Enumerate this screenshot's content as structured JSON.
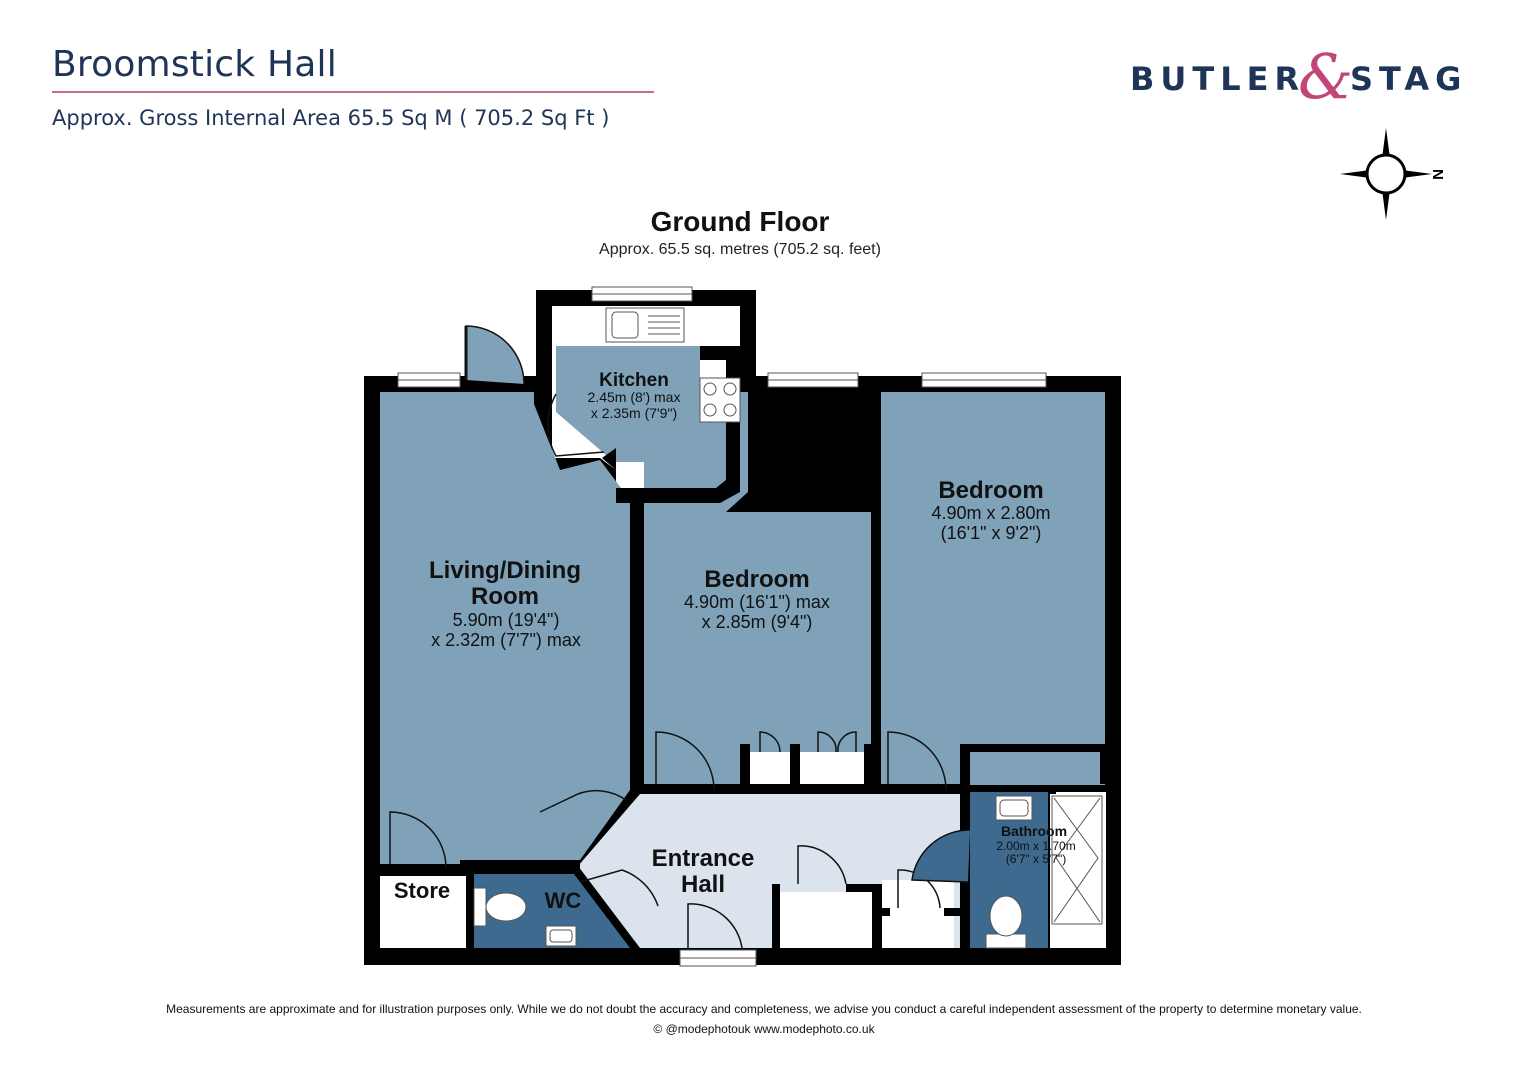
{
  "header": {
    "property_name": "Broomstick Hall",
    "area_summary": "Approx. Gross Internal Area 65.5 Sq M ( 705.2 Sq Ft )"
  },
  "brand": {
    "word_left": "BUTLER",
    "ampersand": "&",
    "word_right": "STAG",
    "color_primary": "#1e3557",
    "color_accent": "#c2457a"
  },
  "compass": {
    "label": "N",
    "icon": "compass-rose-icon"
  },
  "floor": {
    "name": "Ground Floor",
    "area": "Approx. 65.5 sq. metres (705.2 sq. feet)"
  },
  "rooms": {
    "kitchen": {
      "name": "Kitchen",
      "dim1": "2.45m (8') max",
      "dim2": "x 2.35m (7'9\")"
    },
    "living": {
      "name1": "Living/Dining",
      "name2": "Room",
      "dim1": "5.90m (19'4\")",
      "dim2": "x 2.32m (7'7\") max"
    },
    "bedroom1": {
      "name": "Bedroom",
      "dim1": "4.90m (16'1\") max",
      "dim2": "x 2.85m (9'4\")"
    },
    "bedroom2": {
      "name": "Bedroom",
      "dim1": "4.90m x 2.80m",
      "dim2": "(16'1\" x 9'2\")"
    },
    "hall": {
      "name1": "Entrance",
      "name2": "Hall"
    },
    "bathroom": {
      "name": "Bathroom",
      "dim1": "2.00m x 1.70m",
      "dim2": "(6'7\" x 5'7\")"
    },
    "wc": {
      "name": "WC"
    },
    "store": {
      "name": "Store"
    }
  },
  "colors": {
    "room_fill": "#7fa2b9",
    "hall_fill": "#dbe3ec",
    "wet_fill": "#3d6a8e",
    "wall": "#000000"
  },
  "footer": {
    "disclaimer": "Measurements are approximate and for illustration purposes only.  While we do not doubt the accuracy and completeness, we advise you conduct a careful independent assessment of the property to determine monetary value.",
    "credit": "© @modephotouk www.modephoto.co.uk"
  }
}
